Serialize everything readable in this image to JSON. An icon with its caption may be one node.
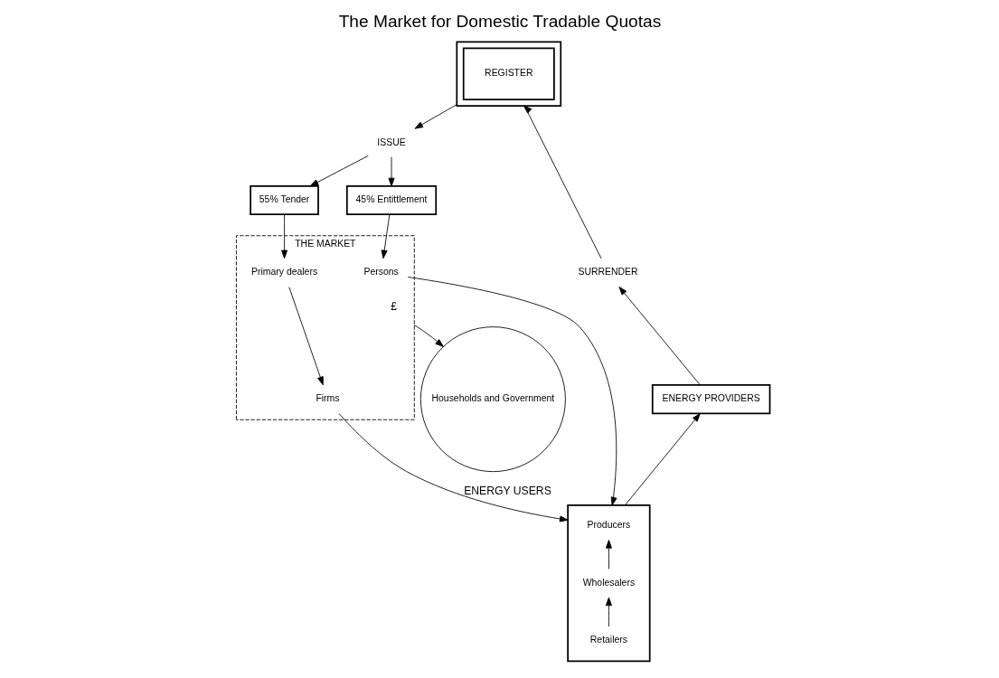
{
  "diagram": {
    "title": "The Market for Domestic Tradable Quotas",
    "nodes": [
      {
        "text": [],
        "shape": "box"
      },
      {
        "text": [
          "REGISTER"
        ],
        "in": 0
      },
      {
        "text": [
          "ISSUE"
        ]
      },
      {
        "text": [
          "SURRENDER"
        ]
      },
      {
        "text": [
          "45% Entittlement"
        ]
      },
      {
        "text": [
          "55% Tender"
        ]
      },
      {
        "text": [
          "THE MARKET"
        ]
      },
      {
        "text": [
          "Primary dealers"
        ],
        "in": 6
      },
      {
        "text": [
          "Persons"
        ],
        "in": 6
      },
      {
        "text": [
          "Firms"
        ],
        "in": 6
      },
      {
        "text": [
          "Households and Government"
        ]
      },
      {
        "text": [
          "ENERGY PROVIDERS"
        ]
      },
      {
        "text": [],
        "shape": "box"
      },
      {
        "text": [
          "Producers"
        ],
        "in": 12
      },
      {
        "text": [
          "Wholesalers"
        ],
        "in": 12
      },
      {
        "text": [
          "Retailers"
        ],
        "in": 12
      }
    ],
    "edges": [
      {
        "from": 0,
        "to": 2,
        "arrow": "to"
      },
      {
        "from": 3,
        "to": 0,
        "arrow": "to"
      },
      {
        "from": 2,
        "to": 4,
        "arrow": "to"
      },
      {
        "from": 2,
        "to": 5,
        "arrow": "to"
      },
      {
        "from": 4,
        "to": 8,
        "arrow": "to"
      },
      {
        "from": 5,
        "to": 7,
        "arrow": "to"
      },
      {
        "from": 7,
        "to": 9,
        "arrow": "to"
      },
      {
        "from": 6,
        "to": 10,
        "label": "£",
        "arrow": "to"
      },
      {
        "from": 8,
        "to": 12,
        "arrow": "to"
      },
      {
        "from": 9,
        "to": 12,
        "label": "ENERGY USERS",
        "arrow": "to"
      },
      {
        "from": 15,
        "to": 14,
        "arrow": "to"
      },
      {
        "from": 14,
        "to": 13,
        "arrow": "to"
      },
      {
        "from": 12,
        "to": 11,
        "arrow": "to"
      },
      {
        "from": 11,
        "to": 3,
        "arrow": "to"
      }
    ]
  }
}
